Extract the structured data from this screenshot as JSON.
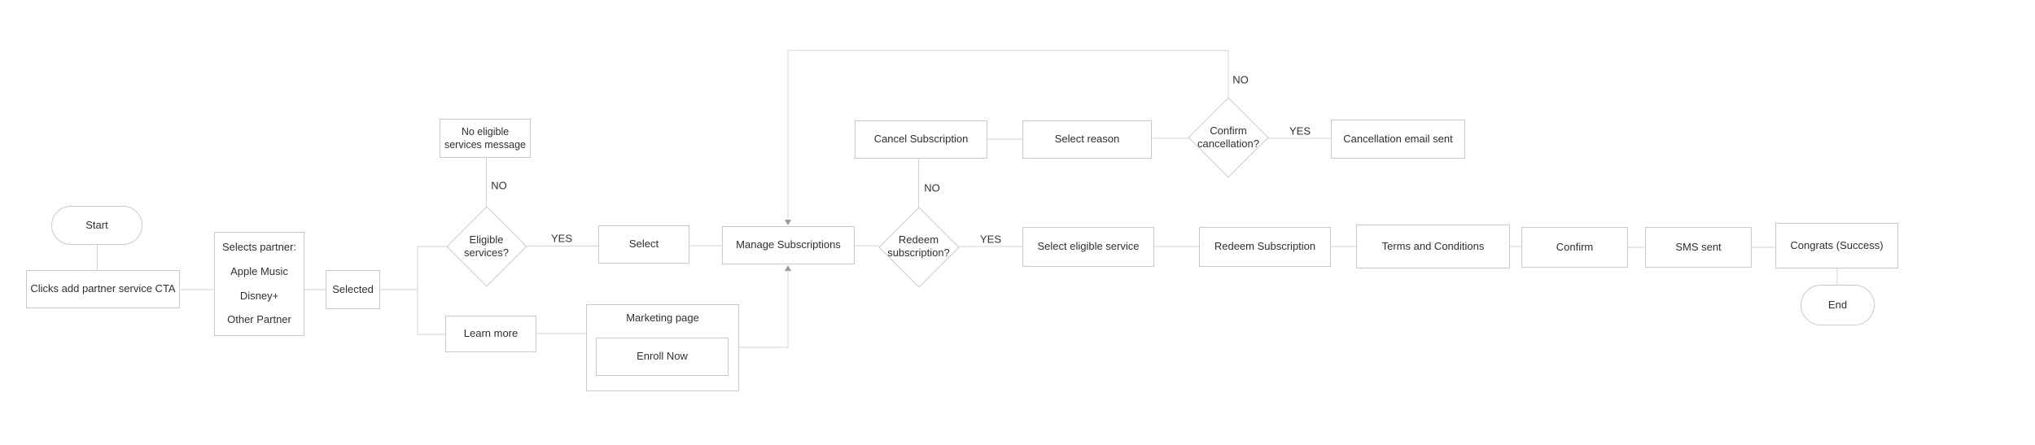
{
  "nodes": {
    "start": {
      "label": "Start"
    },
    "clicks_cta": {
      "label": "Clicks add partner service CTA"
    },
    "selects_partner": {
      "title": "Selects partner:",
      "options": [
        "Apple Music",
        "Disney+",
        "Other Partner"
      ]
    },
    "selected": {
      "label": "Selected"
    },
    "no_eligible_services": {
      "label": "No eligible services message"
    },
    "eligible_services_q": {
      "label": "Eligible services?"
    },
    "select": {
      "label": "Select"
    },
    "learn_more": {
      "label": "Learn more"
    },
    "marketing_page": {
      "label": "Marketing page",
      "cta": "Enroll Now"
    },
    "manage_subscriptions": {
      "label": "Manage Subscriptions"
    },
    "redeem_subscription_q": {
      "label": "Redeem subscription?"
    },
    "cancel_subscription": {
      "label": "Cancel Subscription"
    },
    "select_reason": {
      "label": "Select reason"
    },
    "confirm_cancellation_q": {
      "label": "Confirm cancellation?"
    },
    "cancellation_email_sent": {
      "label": "Cancellation email sent"
    },
    "select_eligible_service": {
      "label": "Select eligible service"
    },
    "redeem_subscription": {
      "label": "Redeem Subscription"
    },
    "terms_and_conditions": {
      "label": "Terms and Conditions"
    },
    "confirm": {
      "label": "Confirm"
    },
    "sms_sent": {
      "label": "SMS sent"
    },
    "congrats": {
      "label": "Congrats (Success)"
    },
    "end": {
      "label": "End"
    }
  },
  "edges": {
    "eligible_services_no": "NO",
    "eligible_services_yes": "YES",
    "redeem_subscription_no": "NO",
    "redeem_subscription_yes": "YES",
    "confirm_cancellation_no": "NO",
    "confirm_cancellation_yes": "YES"
  },
  "colors": {
    "background": "#ffffff",
    "node_border": "#c7c9cb",
    "connector_line": "#d3d3d3",
    "arrowhead": "#9b9b9b",
    "text": "#2f2f2f"
  }
}
